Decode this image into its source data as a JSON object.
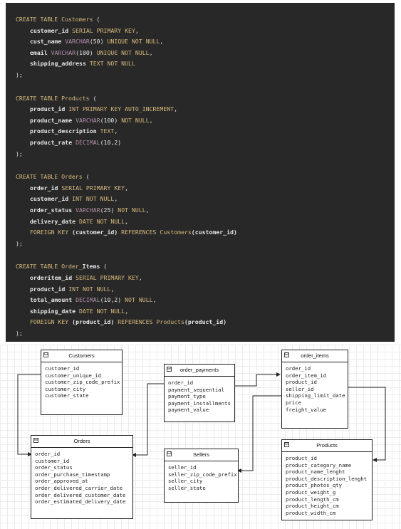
{
  "code": {
    "lines": [
      [
        [
          "kw",
          "CREATE TABLE "
        ],
        [
          "kw",
          "Customers"
        ],
        [
          "pu",
          " ("
        ]
      ],
      [
        [
          "id",
          "customer_id "
        ],
        [
          "kw",
          "SERIAL PRIMARY KEY"
        ],
        [
          "pu",
          ","
        ]
      ],
      [
        [
          "id",
          "cust_name "
        ],
        [
          "ty",
          "VARCHAR"
        ],
        [
          "pu",
          "(50) "
        ],
        [
          "kw",
          "UNIQUE NOT NULL"
        ],
        [
          "pu",
          ","
        ]
      ],
      [
        [
          "id",
          "email "
        ],
        [
          "ty",
          "VARCHAR"
        ],
        [
          "pu",
          "(100) "
        ],
        [
          "kw",
          "UNIQUE NOT NULL"
        ],
        [
          "pu",
          ","
        ]
      ],
      [
        [
          "id",
          "shipping_address "
        ],
        [
          "kw",
          "TEXT NOT NULL"
        ]
      ],
      [
        [
          "pu",
          ");"
        ]
      ],
      [],
      [
        [
          "kw",
          "CREATE TABLE "
        ],
        [
          "kw",
          "Products"
        ],
        [
          "pu",
          " ("
        ]
      ],
      [
        [
          "id",
          "product_id "
        ],
        [
          "kw",
          "INT PRIMARY KEY AUTO_INCREMENT"
        ],
        [
          "pu",
          ","
        ]
      ],
      [
        [
          "id",
          "product_name "
        ],
        [
          "ty",
          "VARCHAR"
        ],
        [
          "pu",
          "(100) "
        ],
        [
          "kw",
          "NOT NULL"
        ],
        [
          "pu",
          ","
        ]
      ],
      [
        [
          "id",
          "product_description "
        ],
        [
          "kw",
          "TEXT"
        ],
        [
          "pu",
          ","
        ]
      ],
      [
        [
          "id",
          "product_rate "
        ],
        [
          "ty",
          "DECIMAL"
        ],
        [
          "pu",
          "(10,2)"
        ]
      ],
      [
        [
          "pu",
          ");"
        ]
      ],
      [],
      [
        [
          "kw",
          "CREATE TABLE "
        ],
        [
          "kw",
          "Orders"
        ],
        [
          "pu",
          " ("
        ]
      ],
      [
        [
          "id",
          "order_id "
        ],
        [
          "kw",
          "SERIAL PRIMARY KEY"
        ],
        [
          "pu",
          ","
        ]
      ],
      [
        [
          "id",
          "customer_id "
        ],
        [
          "kw",
          "INT NOT NULL"
        ],
        [
          "pu",
          ","
        ]
      ],
      [
        [
          "id",
          "order_status "
        ],
        [
          "ty",
          "VARCHAR"
        ],
        [
          "pu",
          "(25) "
        ],
        [
          "kw",
          "NOT NULL"
        ],
        [
          "pu",
          ","
        ]
      ],
      [
        [
          "id",
          "delivery_date "
        ],
        [
          "kw",
          "DATE NOT NULL"
        ],
        [
          "pu",
          ","
        ]
      ],
      [
        [
          "kw",
          "FOREIGN KEY "
        ],
        [
          "id",
          "(customer_id) "
        ],
        [
          "kw",
          "REFERENCES "
        ],
        [
          "kw",
          "Customers"
        ],
        [
          "id",
          "(customer_id)"
        ]
      ],
      [
        [
          "pu",
          ");"
        ]
      ],
      [],
      [
        [
          "kw",
          "CREATE TABLE "
        ],
        [
          "kw",
          "Order_"
        ],
        [
          "id",
          "Items"
        ],
        [
          "pu",
          " ("
        ]
      ],
      [
        [
          "id",
          "orderitem_id "
        ],
        [
          "kw",
          "SERIAL PRIMARY KEY"
        ],
        [
          "pu",
          ","
        ]
      ],
      [
        [
          "id",
          "product_id "
        ],
        [
          "kw",
          "INT NOT NULL"
        ],
        [
          "pu",
          ","
        ]
      ],
      [
        [
          "id",
          "total_amount "
        ],
        [
          "ty",
          "DECIMAL"
        ],
        [
          "pu",
          "(10,2) "
        ],
        [
          "kw",
          "NOT NULL"
        ],
        [
          "pu",
          ","
        ]
      ],
      [
        [
          "id",
          "shipping_date "
        ],
        [
          "kw",
          "DATE NOT NULL"
        ],
        [
          "pu",
          ","
        ]
      ],
      [
        [
          "kw",
          "FOREIGN KEY "
        ],
        [
          "id",
          "(product_id) "
        ],
        [
          "kw",
          "REFERENCES "
        ],
        [
          "kw",
          "Products"
        ],
        [
          "id",
          "(product_id)"
        ]
      ],
      [
        [
          "pu",
          ");"
        ]
      ]
    ]
  },
  "diagram": {
    "entities": [
      {
        "key": "customers",
        "title": "Customers",
        "fields": [
          "customer_id",
          "customer_unique_id",
          "customer_zip_code_prefix",
          "customer_city",
          "customer_state"
        ]
      },
      {
        "key": "order_payments",
        "title": "order_payments",
        "fields": [
          "order_id",
          "payment_sequential",
          "payment_type",
          "payment_installments",
          "payment_value"
        ]
      },
      {
        "key": "order_items",
        "title": "order_items",
        "fields": [
          "order_id",
          "order_item_id",
          "product_id",
          "seller_id",
          "shipping_limit_date",
          "price",
          "freight_value"
        ]
      },
      {
        "key": "orders",
        "title": "Orders",
        "fields": [
          "order_id",
          "customer_id",
          "order_status",
          "order_purchase_timestamp",
          "order_approved_at",
          "order_delivered_carrier_date",
          "order_delivered_customer_date",
          "order_estimated_delivery_date"
        ]
      },
      {
        "key": "sellers",
        "title": "Sellers",
        "fields": [
          "seller_id",
          "seller_zip_code_prefix",
          "seller_city",
          "seller_state"
        ]
      },
      {
        "key": "products",
        "title": "Products",
        "fields": [
          "product_id",
          "product_category_name",
          "product_name_lenght",
          "product_description_lenght",
          "product_photos_qty",
          "product_weight_g",
          "product_length_cm",
          "product_height_cm",
          "product_width_cm"
        ]
      }
    ],
    "collapse_glyph": "⊟"
  }
}
